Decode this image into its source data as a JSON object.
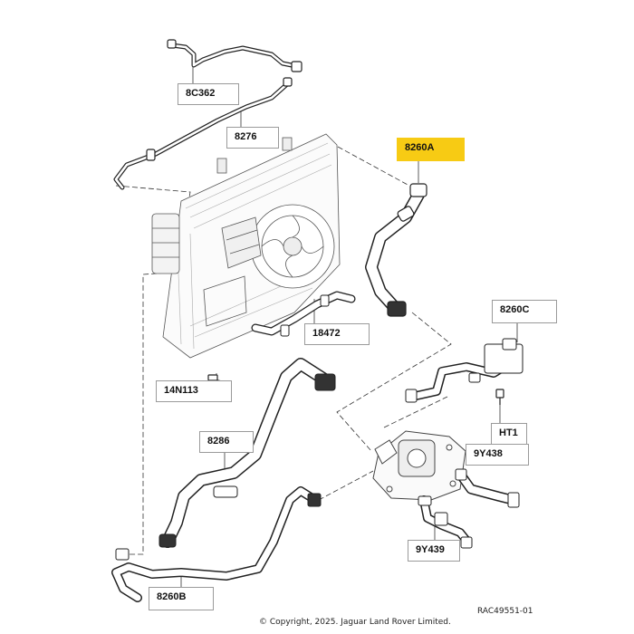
{
  "callouts": {
    "c_8c362": "8C362",
    "c_8276": "8276",
    "c_8260a": "8260A",
    "c_8260c": "8260C",
    "c_18472": "18472",
    "c_14n113": "14N113",
    "c_8286": "8286",
    "c_ht1": "HT1",
    "c_9y438": "9Y438",
    "c_9y439": "9Y439",
    "c_8260b": "8260B"
  },
  "footer": {
    "copyright": "© Copyright, 2025. Jaguar Land Rover Limited.",
    "ref": "RAC49551-01"
  },
  "colors": {
    "highlight": "#f7cb14",
    "line": "#222222",
    "callout_border": "#9a9a9a"
  }
}
